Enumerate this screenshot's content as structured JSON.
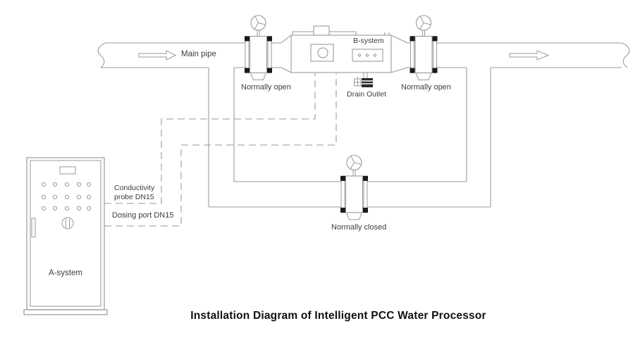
{
  "title": "Installation Diagram of Intelligent PCC Water Processor",
  "labels": {
    "main_pipe": "Main pipe",
    "inlet_valve": "Normally open",
    "outlet_valve": "Normally open",
    "bypass_valve": "Normally closed",
    "b_system": "B-system",
    "a_system": "A-system",
    "drain_outlet": "Drain Outlet",
    "conductivity_probe": "Conductivity probe DN15",
    "dosing_port": "Dosing port DN15"
  },
  "colors": {
    "line": "#9a9a9a",
    "flange": "#1a1a1a",
    "label_text": "#3c3c3c",
    "title_text": "#111111",
    "background": "#ffffff"
  }
}
